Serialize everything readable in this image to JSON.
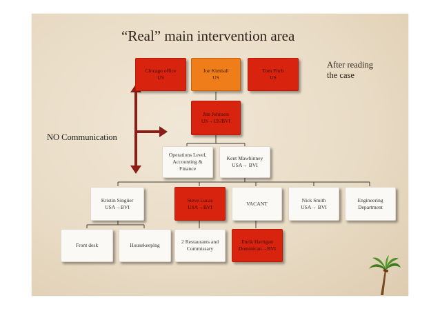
{
  "title": "“Real” main intervention area",
  "note": "After reading\nthe case",
  "side_label": "NO Communication",
  "nodes": {
    "chicago": {
      "line1": "Chicago office",
      "line2": "US"
    },
    "joe": {
      "line1": "Joe Kimball",
      "line2": "US"
    },
    "tom": {
      "line1": "Tom Fitch",
      "line2": "US"
    },
    "jim": {
      "line1": "Jim Johnson",
      "line2": "US→US/BVI"
    },
    "ops": {
      "line1": "Operations Level, Accounting & Finance",
      "line2": ""
    },
    "kent": {
      "line1": "Kent Mawhinney",
      "line2": "USA→ BVI"
    },
    "kristin": {
      "line1": "Kristin Singüer",
      "line2": "USA→BVI"
    },
    "steve": {
      "line1": "Steve Lucas",
      "line2": "USA→BVI"
    },
    "vacant": {
      "line1": "VACANT",
      "line2": ""
    },
    "nick": {
      "line1": "Nick Smith",
      "line2": "USA→ BVI"
    },
    "eng": {
      "line1": "Engineering Department",
      "line2": ""
    },
    "front": {
      "line1": "Front desk",
      "line2": ""
    },
    "house": {
      "line1": "Housekeeping",
      "line2": ""
    },
    "rest": {
      "line1": "2 Restaurants and Commissary",
      "line2": ""
    },
    "enrik": {
      "line1": "Enrik Harrigan",
      "line2": "Dominican→BVI"
    }
  },
  "colors": {
    "red": "#d8230f",
    "orange": "#ee7d1a",
    "white": "#fbf9f5",
    "arrow": "#8a1e16"
  },
  "icons": {
    "palm": "palm-tree-icon"
  }
}
